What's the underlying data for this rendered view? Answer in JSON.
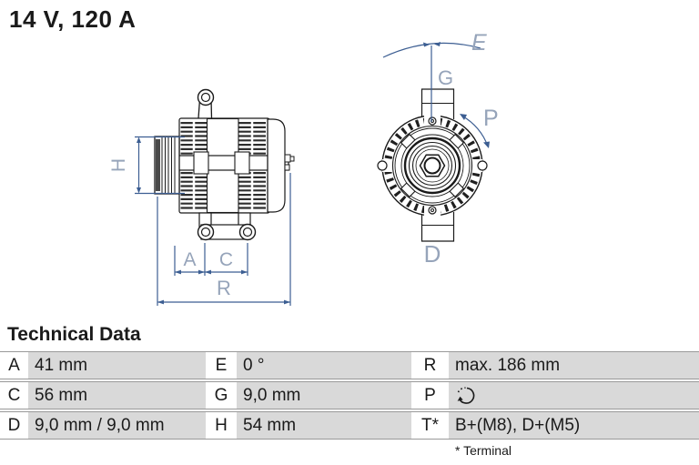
{
  "title": "14 V, 120 A",
  "diagram": {
    "labels": {
      "H": "H",
      "A": "A",
      "C": "C",
      "R": "R",
      "E": "E",
      "G": "G",
      "P": "P",
      "D": "D"
    }
  },
  "technical_data": {
    "heading": "Technical Data",
    "rows": [
      {
        "c1": {
          "label": "A",
          "value": "41 mm"
        },
        "c2": {
          "label": "E",
          "value": "0 °"
        },
        "c3": {
          "label": "R",
          "value": "max. 186 mm"
        }
      },
      {
        "c1": {
          "label": "C",
          "value": "56 mm"
        },
        "c2": {
          "label": "G",
          "value": "9,0 mm"
        },
        "c3": {
          "label": "P",
          "icon": "rotation-direction-icon"
        }
      },
      {
        "c1": {
          "label": "D",
          "value": "9,0 mm / 9,0 mm"
        },
        "c2": {
          "label": "H",
          "value": "54 mm"
        },
        "c3": {
          "label": "T*",
          "value": "B+(M8), D+(M5)"
        }
      }
    ],
    "footnote": "* Terminal"
  },
  "colors": {
    "text": "#1a1a1a",
    "dimension_line": "#3c5e92",
    "dimension_label": "#96a4ba",
    "table_value_bg": "#d9d9d9",
    "table_line": "#999999"
  }
}
